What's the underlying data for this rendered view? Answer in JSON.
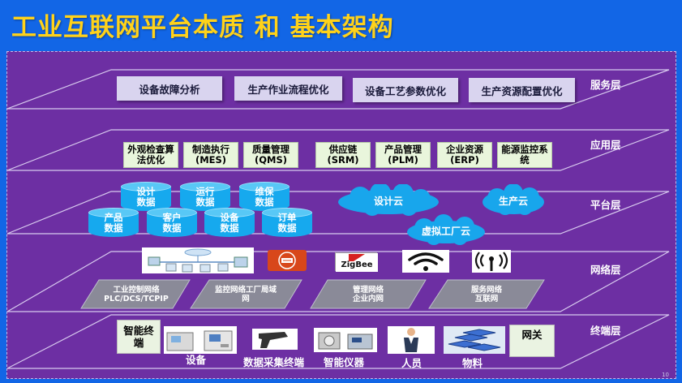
{
  "title": "工业互联网平台本质 和 基本架构",
  "layers": {
    "service": "服务层",
    "application": "应用层",
    "platform": "平台层",
    "network": "网络层",
    "terminal": "终端层"
  },
  "service_items": [
    "设备故障分析",
    "生产作业流程优化",
    "设备工艺参数优化",
    "生产资源配置优化"
  ],
  "app_items": [
    "外观检查算\n法优化",
    "制造执行\n(MES)",
    "质量管理\n(QMS)",
    "供应链\n(SRM)",
    "产品管理\n(PLM)",
    "企业资源\n(ERP)",
    "能源监控系\n统"
  ],
  "data_items": [
    "设计\n数据",
    "运行\n数据",
    "维保\n数据",
    "产品\n数据",
    "客户\n数据",
    "设备\n数据",
    "订单\n数据"
  ],
  "clouds": [
    "设计云",
    "生产云",
    "虚拟工厂云"
  ],
  "network_items": [
    "工业控制网络\nPLC/DCS/TCPIP",
    "监控网络工厂局域\n网",
    "管理网络\n企业内网",
    "服务网络\n互联网"
  ],
  "network_icons": [
    "network-topology-icon",
    "router-icon",
    "zigbee-logo",
    "wifi-icon",
    "antenna-icon"
  ],
  "zigbee_text": "ZigBee",
  "terminal": {
    "smart_terminal": "智能终\n端",
    "equipment": "设备",
    "collector": "数据采集终端",
    "instrument": "智能仪器",
    "people": "人员",
    "materials": "物料",
    "gateway": "网关"
  },
  "page_number": "10",
  "colors": {
    "background": "#1266e6",
    "stage": "#6d2fa3",
    "title": "#ffd21a"
  }
}
